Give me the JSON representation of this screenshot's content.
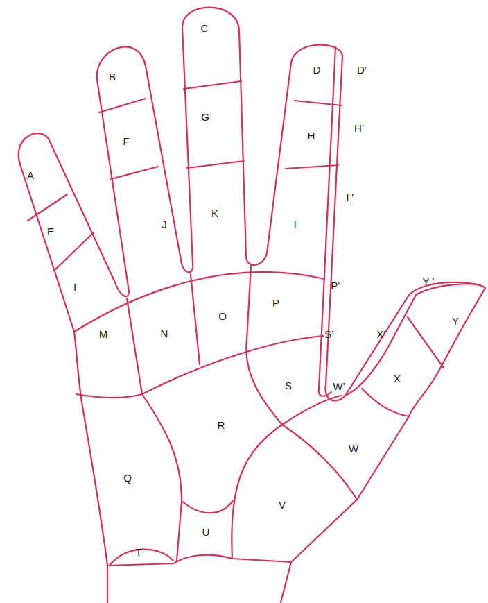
{
  "diagram": {
    "labels": [
      "A",
      "B",
      "C",
      "D",
      "D’",
      "E",
      "F",
      "G",
      "H",
      "H’",
      "I",
      "J",
      "K",
      "L",
      "L’",
      "M",
      "N",
      "O",
      "P",
      "P’",
      "Q",
      "R",
      "S",
      "S’",
      "T",
      "U",
      "V",
      "W",
      "W’",
      "X",
      "X’",
      "Y",
      "Y ’"
    ]
  }
}
